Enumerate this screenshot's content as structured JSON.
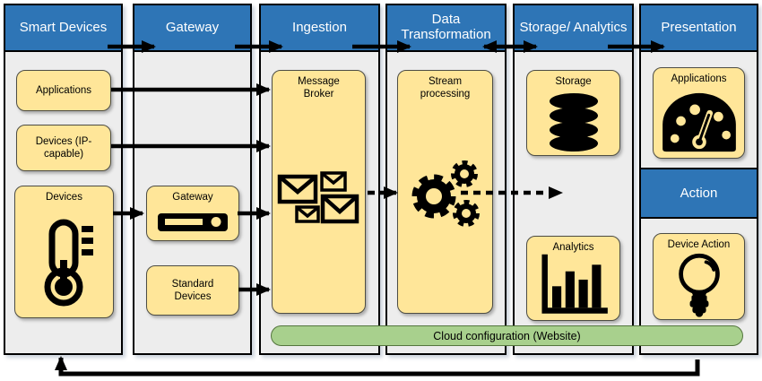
{
  "colors": {
    "header_blue": "#2E75B6",
    "lane_background": "#EDEDED",
    "box_fill": "#FFE699",
    "box_border": "#4d4d44",
    "banner_fill": "#A8D08D",
    "banner_border": "#54753e",
    "arrow": "#000000"
  },
  "columns": [
    {
      "title": "Smart Devices",
      "boxes": [
        {
          "label": "Applications"
        },
        {
          "label": "Devices (IP-capable)"
        },
        {
          "label": "Devices",
          "icon": "thermometer-icon"
        }
      ]
    },
    {
      "title": "Gateway",
      "boxes": [
        {
          "label": "Gateway",
          "icon": "router-icon"
        },
        {
          "label": "Standard Devices"
        }
      ]
    },
    {
      "title": "Ingestion",
      "boxes": [
        {
          "label": "Message Broker",
          "icon": "envelopes-icon"
        }
      ]
    },
    {
      "title": "Data Transformation",
      "boxes": [
        {
          "label": "Stream processing",
          "icon": "gears-icon"
        }
      ]
    },
    {
      "title": "Storage/ Analytics",
      "boxes": [
        {
          "label": "Storage",
          "icon": "database-icon"
        },
        {
          "label": "Analytics",
          "icon": "bar-chart-icon"
        }
      ]
    },
    {
      "title": "Presentation",
      "sub_header": "Action",
      "boxes": [
        {
          "label": "Applications",
          "icon": "gauge-icon"
        },
        {
          "label": "Device Action",
          "icon": "light-bulb-icon"
        }
      ]
    }
  ],
  "banner": {
    "label": "Cloud configuration (Website)"
  },
  "flows": [
    {
      "from": "Smart Devices",
      "to": "Gateway",
      "style": "solid"
    },
    {
      "from": "Gateway",
      "to": "Ingestion",
      "style": "solid"
    },
    {
      "from": "Ingestion",
      "to": "Data Transformation",
      "style": "solid"
    },
    {
      "from": "Data Transformation",
      "to": "Storage/Analytics",
      "style": "solid-bidirectional"
    },
    {
      "from": "Storage/Analytics",
      "to": "Presentation",
      "style": "solid"
    },
    {
      "from": "Applications (device)",
      "to": "Message Broker",
      "style": "solid"
    },
    {
      "from": "Devices (IP-capable)",
      "to": "Message Broker",
      "style": "solid"
    },
    {
      "from": "Devices",
      "to": "Gateway device",
      "style": "solid"
    },
    {
      "from": "Gateway device",
      "to": "Message Broker",
      "style": "solid"
    },
    {
      "from": "Standard Devices",
      "to": "Message Broker",
      "style": "solid"
    },
    {
      "from": "Message Broker",
      "to": "Stream processing",
      "style": "dashed"
    },
    {
      "from": "Stream processing",
      "to": "Storage/Analytics",
      "style": "dashed"
    },
    {
      "from": "Presentation",
      "to": "Smart Devices",
      "style": "feedback-loop"
    }
  ]
}
